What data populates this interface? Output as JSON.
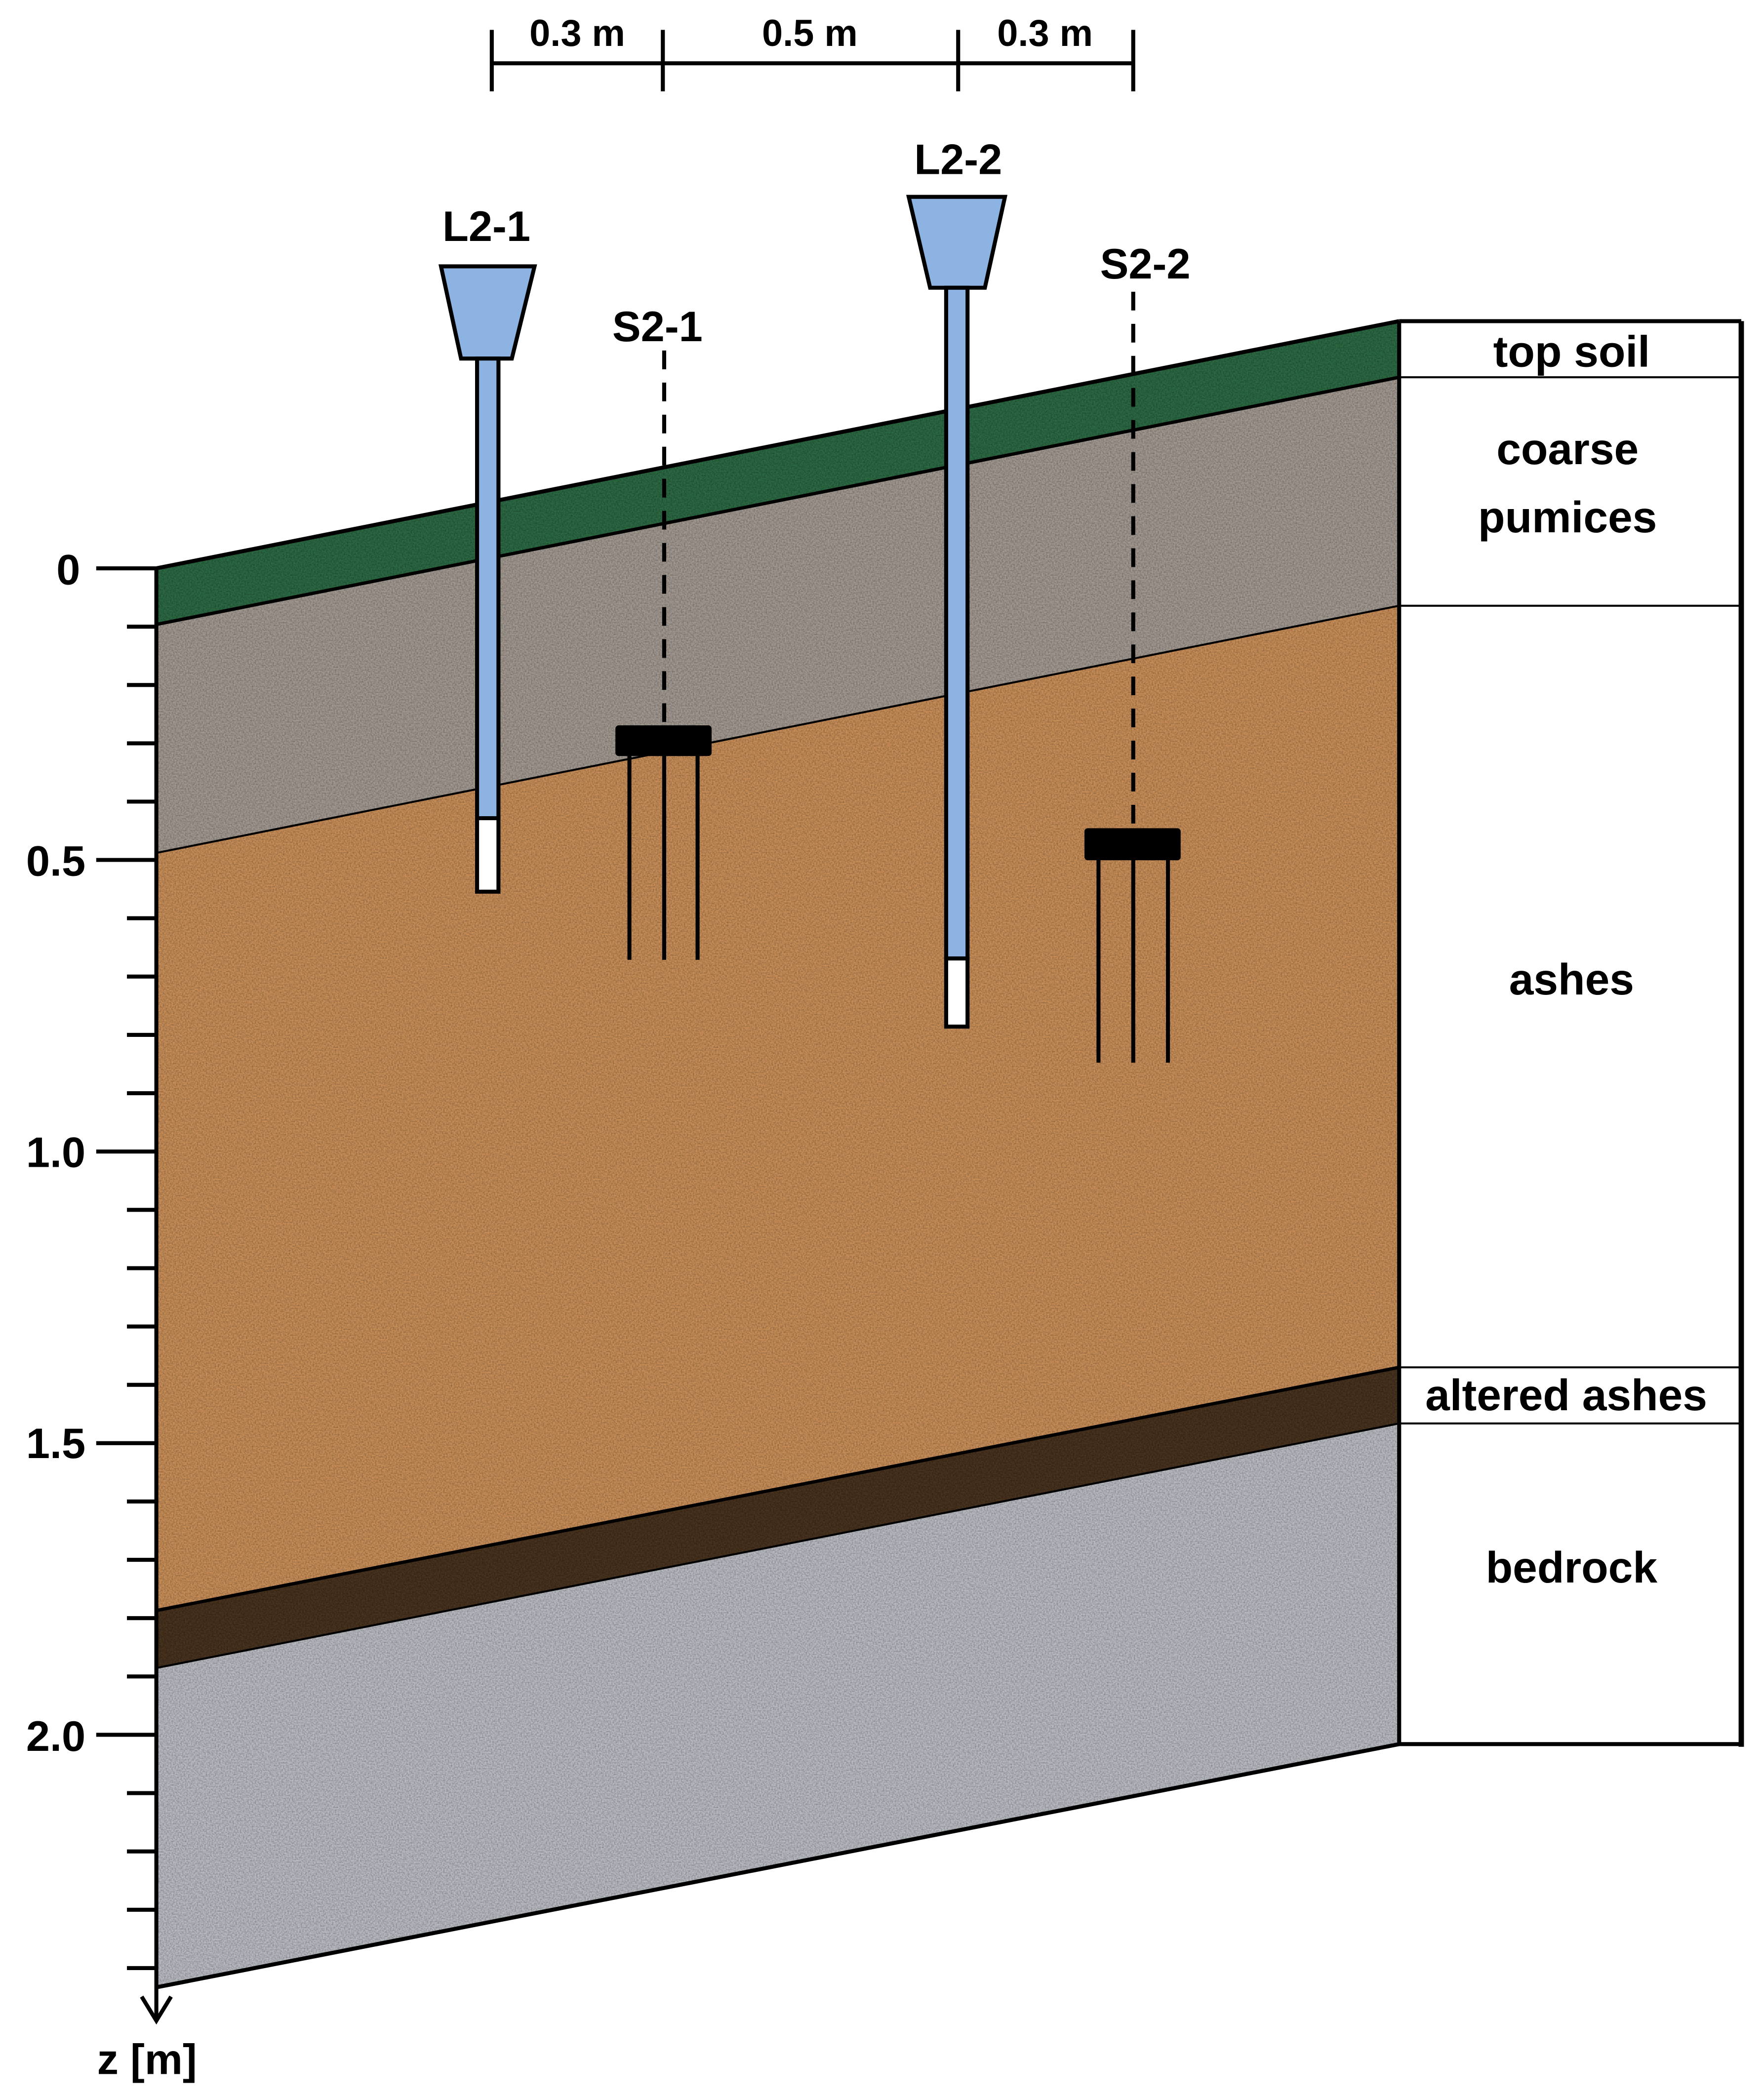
{
  "spacing": {
    "labels": [
      "0.3 m",
      "0.5 m",
      "0.3 m"
    ]
  },
  "instruments": {
    "lysimeters": [
      {
        "label": "L2-1"
      },
      {
        "label": "L2-2"
      }
    ],
    "sensors": [
      {
        "label": "S2-1"
      },
      {
        "label": "S2-2"
      }
    ]
  },
  "axis": {
    "label": "z [m]",
    "ticks": [
      "0",
      "0.5",
      "1.0",
      "1.5",
      "2.0"
    ]
  },
  "layers": [
    {
      "name": "top soil",
      "lines": [
        "top soil"
      ],
      "color": "#2f6b45"
    },
    {
      "name": "coarse pumices",
      "lines": [
        "coarse",
        "pumices"
      ],
      "color": "#a39a92"
    },
    {
      "name": "ashes",
      "lines": [
        "ashes"
      ],
      "color": "#c98f5a"
    },
    {
      "name": "altered ashes",
      "lines": [
        "altered ashes"
      ],
      "color": "#4a3424"
    },
    {
      "name": "bedrock",
      "lines": [
        "bedrock"
      ],
      "color": "#b9bcc2"
    }
  ],
  "colors": {
    "instrument": "#8db3e2"
  }
}
